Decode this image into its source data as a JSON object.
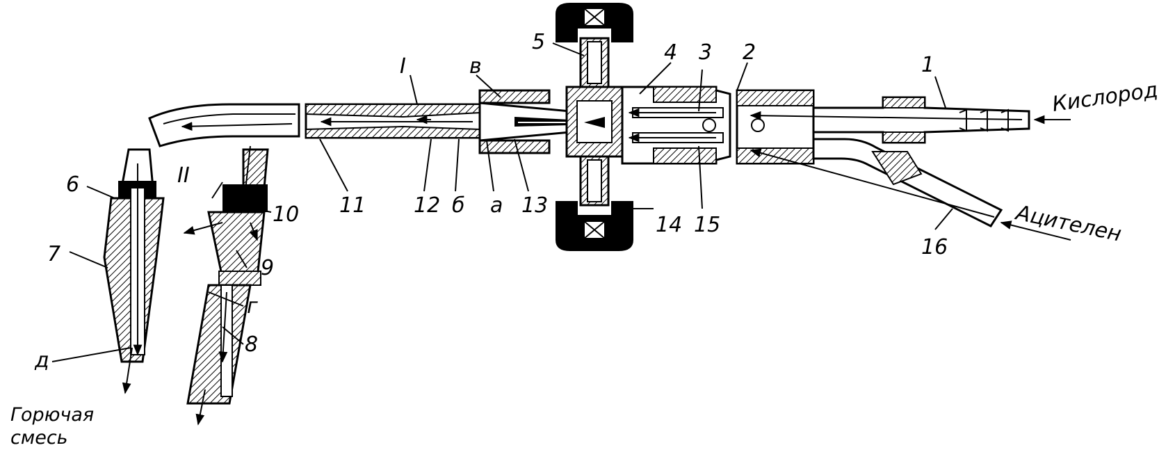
{
  "labels": {
    "n1": "1",
    "n2": "2",
    "n3": "3",
    "n4": "4",
    "n5": "5",
    "n6": "6",
    "n7": "7",
    "n8": "8",
    "n9": "9",
    "n10": "10",
    "n11": "11",
    "n12": "12",
    "n13": "13",
    "n14": "14",
    "n15": "15",
    "n16": "16",
    "roman1": "I",
    "roman2": "II",
    "letter_a": "а",
    "letter_b": "б",
    "letter_v": "в",
    "letter_g": "г",
    "letter_d": "д"
  },
  "gases": {
    "oxygen": "Кислород",
    "acetylene": "Ацителен"
  },
  "output": {
    "line1": "Горючая",
    "line2": "смесь"
  }
}
